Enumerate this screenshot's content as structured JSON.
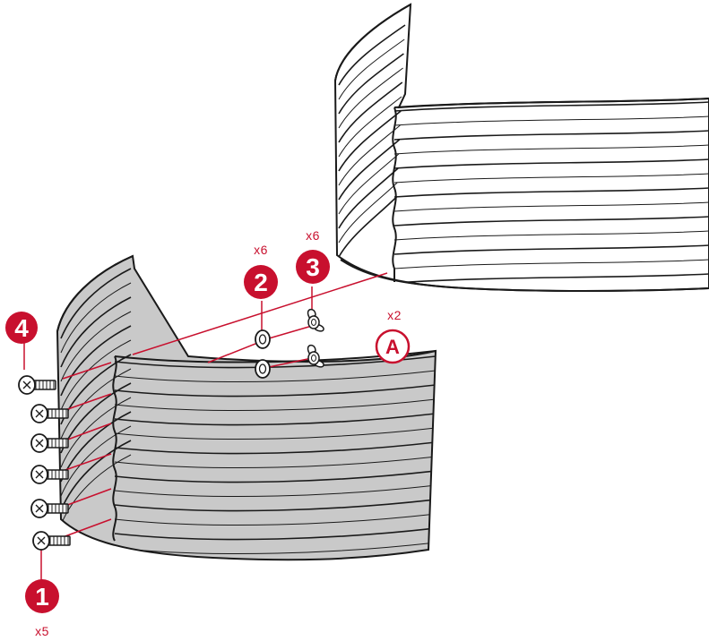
{
  "colors": {
    "accent": "#c8102e",
    "panel_fill_assembled": "#ffffff",
    "panel_fill_highlighted": "#c9c9c9",
    "outline": "#1a1a1a"
  },
  "parts": [
    {
      "number": "1",
      "quantity": "x5",
      "icon": "bolt-icon"
    },
    {
      "number": "2",
      "quantity": "x6",
      "icon": "washer-icon"
    },
    {
      "number": "3",
      "quantity": "x6",
      "icon": "wing-nut-icon"
    },
    {
      "number": "4",
      "quantity": "",
      "icon": "bolt-icon"
    }
  ],
  "panel_part": {
    "letter": "A",
    "quantity": "x2"
  }
}
